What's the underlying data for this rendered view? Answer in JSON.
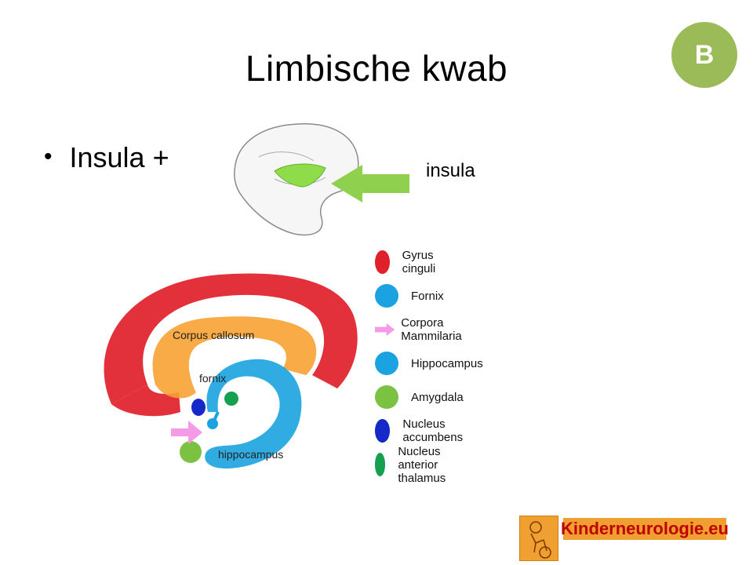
{
  "slide": {
    "title": "Limbische kwab",
    "badge": "B",
    "bullet": "Insula +",
    "insula_label": "insula"
  },
  "diagram": {
    "labels": {
      "corpus_callosum": "Corpus callosum",
      "fornix": "fornix",
      "hippocampus": "hippocampus"
    }
  },
  "legend": [
    {
      "label": "Gyrus cinguli",
      "color": "#e0202a",
      "shape": "dot"
    },
    {
      "label": "Fornix",
      "color": "#1aa3e0",
      "shape": "dot"
    },
    {
      "label": "Corpora Mammilaria",
      "color": "#f59ae6",
      "shape": "arrow"
    },
    {
      "label": "Hippocampus",
      "color": "#1aa3e0",
      "shape": "dot"
    },
    {
      "label": "Amygdala",
      "color": "#7cc242",
      "shape": "dot"
    },
    {
      "label": "Nucleus accumbens",
      "color": "#1528c8",
      "shape": "dot"
    },
    {
      "label": "Nucleus anterior thalamus",
      "color": "#15a050",
      "shape": "dot"
    }
  ],
  "logo": {
    "text": "Kinderneurologie.eu"
  }
}
